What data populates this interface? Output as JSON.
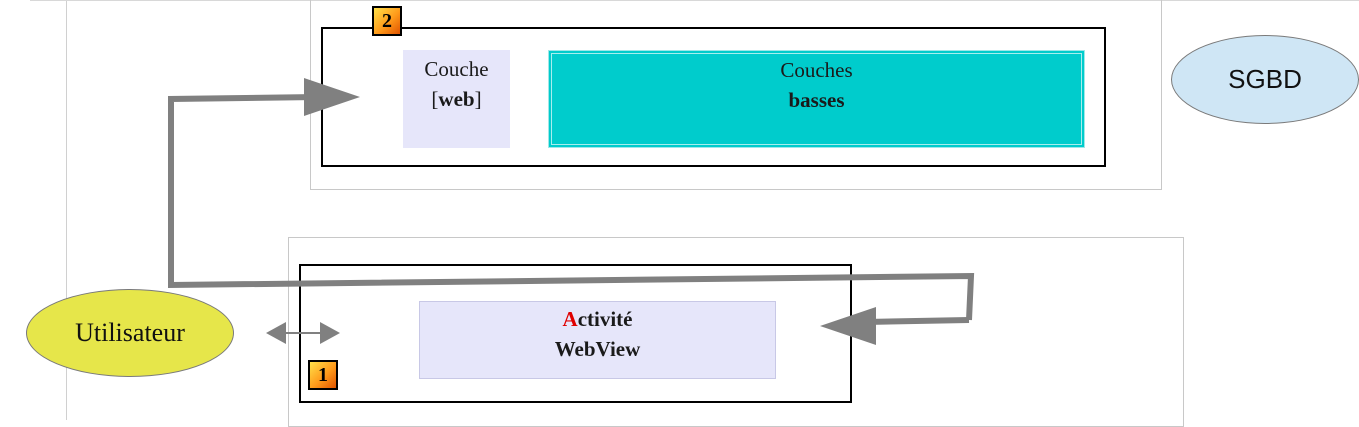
{
  "badges": {
    "top": "2",
    "bottom": "1"
  },
  "couche_web": {
    "line1": "Couche",
    "line2_open": "[",
    "line2_bold": "web",
    "line2_close": "]"
  },
  "couches_basses": {
    "line1": "Couches",
    "line2": "basses"
  },
  "sgbd": {
    "label": "SGBD"
  },
  "utilisateur": {
    "label": "Utilisateur"
  },
  "activite": {
    "first_letter": "A",
    "rest": "ctivité",
    "line2": "WebView"
  },
  "colors": {
    "couche_web_bg": "#e6e6fa",
    "couches_basses_bg": "#00cccc",
    "sgbd_bg": "#cfe6f5",
    "utilisateur_bg": "#e6e64a",
    "activite_bg": "#e6e6fa",
    "arrow": "#808080",
    "accent_red": "#e00000"
  }
}
